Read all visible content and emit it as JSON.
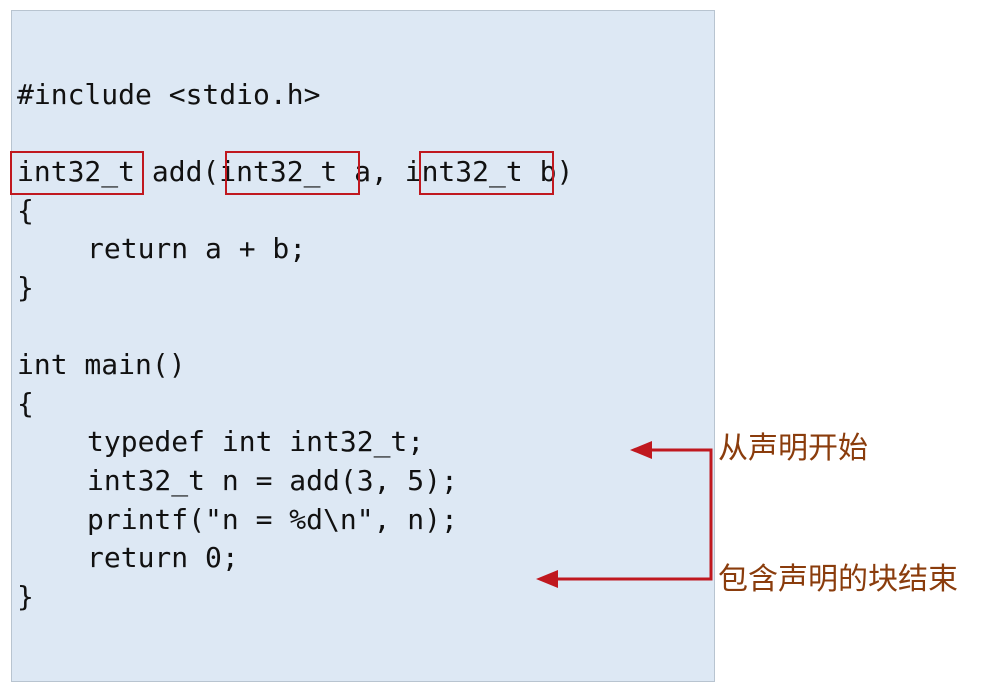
{
  "code": {
    "lines": [
      "#include <stdio.h>",
      "",
      "int32_t add(int32_t a, int32_t b)",
      "{",
      "return a + b;",
      "}",
      "",
      "int main()",
      "{",
      "typedef int int32_t;",
      "int32_t n = add(3, 5);",
      "printf(\"n = %d\\n\", n);",
      "return 0;",
      "}"
    ]
  },
  "annotations": {
    "scope_start": "从声明开始",
    "scope_end": "包含声明的块结束"
  },
  "colors": {
    "panel_background": "#dde8f4",
    "highlight_border": "#c0181f",
    "arrow": "#c0181f",
    "annotation_text": "#8a3c0c"
  }
}
